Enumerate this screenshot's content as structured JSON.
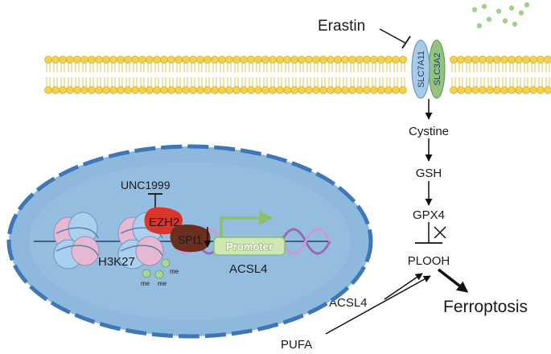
{
  "labels": {
    "erastin": "Erastin",
    "slc7a11": "SLC7A11",
    "slc3a2": "SLC3A2",
    "cystine": "Cystine",
    "gsh": "GSH",
    "gpx4": "GPX4",
    "plooh": "PLOOH",
    "ferroptosis": "Ferroptosis",
    "pufa": "PUFA",
    "acsl4_cytoplasm": "ACSL4",
    "acsl4_gene": "ACSL4",
    "unc1999": "UNC1999",
    "ezh2": "EZH2",
    "spi1": "SPI1",
    "promoter": "Promoter",
    "h3k27": "H3K27",
    "me": "me"
  },
  "colors": {
    "membrane_head": "#f2d24a",
    "membrane_outline": "#c9a51d",
    "slc7a11": "#a9cbe6",
    "slc3a2": "#93c47d",
    "nucleus_fill": "#8fb8dd",
    "nucleus_border": "#3d77b7",
    "ezh2": "#d9352b",
    "spi1": "#6b2f1f",
    "promoter_fill": "#cfe7b4",
    "promoter_text": "#ffffff",
    "histone_pink": "#e7b8d4",
    "histone_blue": "#a9d0ee",
    "methyl": "#a9d49a",
    "dna": "#9b6ab0",
    "green_dots": "#9ed18a"
  }
}
